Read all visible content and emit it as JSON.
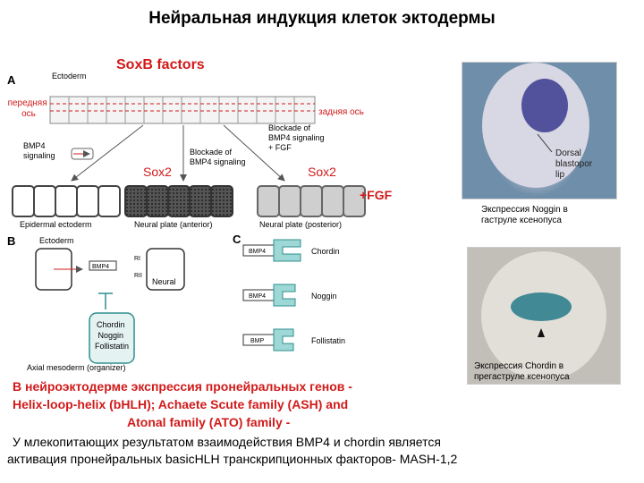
{
  "title": "Нейральная индукция клеток эктодермы",
  "soxb_title": "SoxB factors",
  "diagram": {
    "panel_a": "A",
    "panel_b": "B",
    "panel_c": "C",
    "ectoderm": "Ectoderm",
    "anterior_axis": [
      "передняя",
      "ось"
    ],
    "posterior_axis": "задняя ось",
    "bmp4_signaling": [
      "BMP4",
      "signaling"
    ],
    "blockade_left": [
      "Blockade of",
      "BMP4 signaling"
    ],
    "blockade_right": [
      "Blockade of",
      "BMP4 signaling",
      "+ FGF"
    ],
    "sox2": "Sox2",
    "fgf": "+FGF",
    "epidermal": "Epidermal ectoderm",
    "neural_anterior": "Neural plate (anterior)",
    "neural_posterior": "Neural plate (posterior)",
    "b_ectoderm": "Ectoderm",
    "b_bmp4": "BMP4",
    "b_ri": "RI",
    "b_rii": "RII",
    "b_neural": "Neural",
    "organizer_factors": [
      "Chordin",
      "Noggin",
      "Follistatin"
    ],
    "axial_mesoderm": "Axial mesoderm (organizer)",
    "c_rows": [
      {
        "receptor": "BMP4",
        "factor": "Chordin"
      },
      {
        "receptor": "BMP4",
        "factor": "Noggin"
      },
      {
        "receptor": "BMP",
        "factor": "Follistatin"
      }
    ]
  },
  "photo_noggin": {
    "labels": [
      "Dorsal",
      "blastopor",
      "lip"
    ],
    "caption": [
      "Экспрессия Noggin в",
      "гаструле ксенопуса"
    ]
  },
  "photo_chordin": {
    "caption": [
      "Экспрессия Chordin в",
      "прегаструле ксенопуса"
    ]
  },
  "body": {
    "line1": "В нейроэктодерме экспрессия пронейральных генов -",
    "line2": "Helix-loop-helix (bHLH); Achaete Scute family (ASH) and",
    "line3": "Atonal family (ATO) family -",
    "line4": "У млекопитающих результатом  взаимодействия BMP4 и chordin является",
    "line5": "активация пронейральных basicHLH транскрипционных факторов- MASH-1,2"
  },
  "colors": {
    "accent_red": "#d11a1a",
    "embryo_purple": "#3b3a8e",
    "embryo_teal": "#2f7f8e"
  }
}
